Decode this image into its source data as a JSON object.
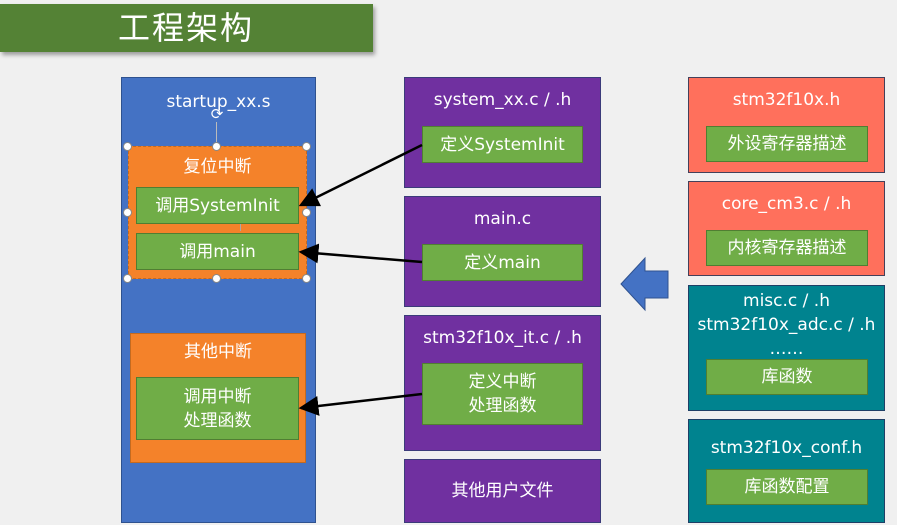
{
  "title": "工程架构",
  "startup": {
    "file": "startup_xx.s",
    "reset_group": {
      "title": "复位中断",
      "items": [
        "调用SystemInit",
        "调用main"
      ]
    },
    "other_group": {
      "title": "其他中断",
      "item": "调用中断\n处理函数"
    }
  },
  "user_files": [
    {
      "file": "system_xx.c / .h",
      "item": "定义SystemInit"
    },
    {
      "file": "main.c",
      "item": "定义main"
    },
    {
      "file": "stm32f10x_it.c / .h",
      "item": "定义中断\n处理函数"
    },
    {
      "file": "其他用户文件"
    }
  ],
  "library_files": [
    {
      "file": "stm32f10x.h",
      "item": "外设寄存器描述"
    },
    {
      "file": "core_cm3.c / .h",
      "item": "内核寄存器描述"
    },
    {
      "file": "misc.c / .h\nstm32f10x_adc.c / .h\n……",
      "item": "库函数"
    },
    {
      "file": "stm32f10x_conf.h",
      "item": "库函数配置"
    }
  ],
  "colors": {
    "title_bg": "#548235",
    "startup_bg": "#4472c4",
    "interrupt_bg": "#f4822a",
    "function_bg": "#70ad47",
    "user_file_bg": "#7030a0",
    "register_file_bg": "#ff705c",
    "library_file_bg": "#00838f"
  }
}
